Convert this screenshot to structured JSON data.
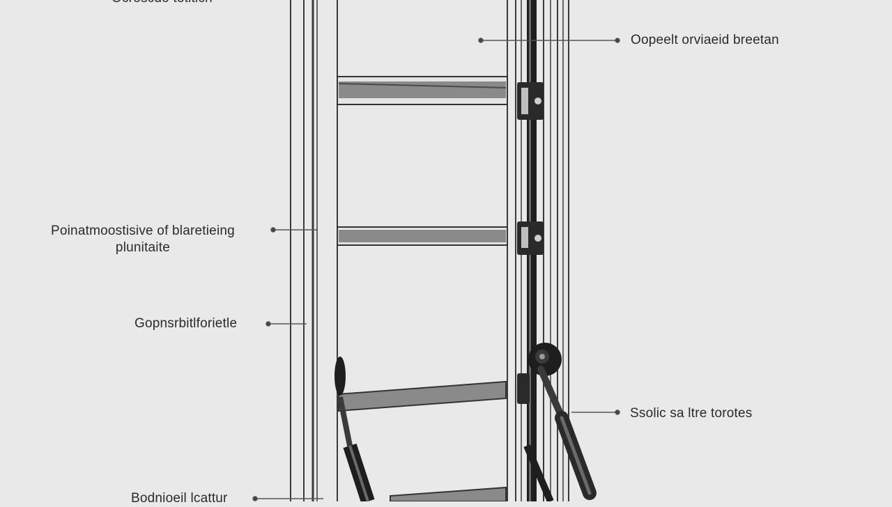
{
  "callouts": {
    "top_left": "Ocroscdo totiticn",
    "top_right": "Oopeelt orviaeid breetan",
    "mid_left_line1": "Poinatmoostisive of blaretieing",
    "mid_left_line2": "plunitaite",
    "lower_left": "Gopnsrbitlforietle",
    "lower_right": "Ssolic sa ltre torotes",
    "bottom_left": "Bodnioeil lcattur"
  },
  "colors": {
    "background": "#e9e9e9",
    "frame": "#3a3a3a",
    "rung_fill": "#8a8a8a",
    "dark_rail": "#1e1e1e",
    "leader": "#555555"
  }
}
